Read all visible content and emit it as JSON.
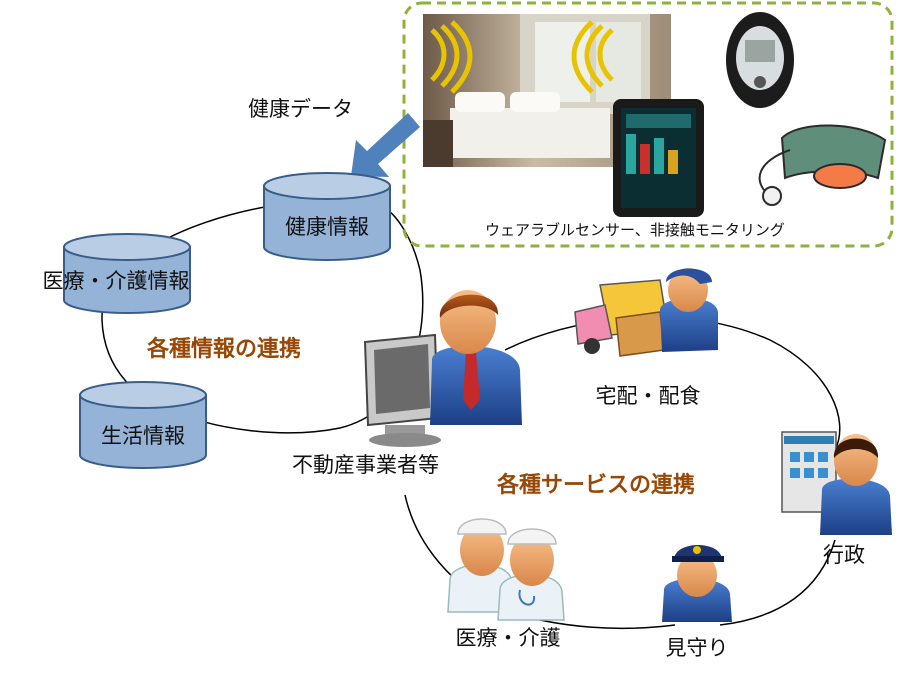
{
  "health_data_label": "健康データ",
  "sensor_caption": "ウェアラブルセンサー、非接触モニタリング",
  "databases": {
    "health": "健康情報",
    "medical_care": "医療・介護情報",
    "life": "生活情報"
  },
  "center_label": "不動産事業者等",
  "info_link_heading": "各種情報の連携",
  "service_link_heading": "各種サービスの連携",
  "services": {
    "delivery": "宅配・配食",
    "government": "行政",
    "watch": "見守り",
    "medical": "医療・介護"
  },
  "colors": {
    "cylinder_fill": "#95b3d7",
    "cylinder_stroke": "#385d8a",
    "arrow": "#4f81bd",
    "sensor_border": "#8db33a",
    "heading": "#974706"
  },
  "icons": [
    "bedroom-photo",
    "tablet-icon",
    "pedometer-icon",
    "blood-pressure-monitor-icon",
    "computer-user-icon",
    "delivery-truck-icon",
    "government-building-icon",
    "doctors-icon",
    "police-officer-icon"
  ]
}
